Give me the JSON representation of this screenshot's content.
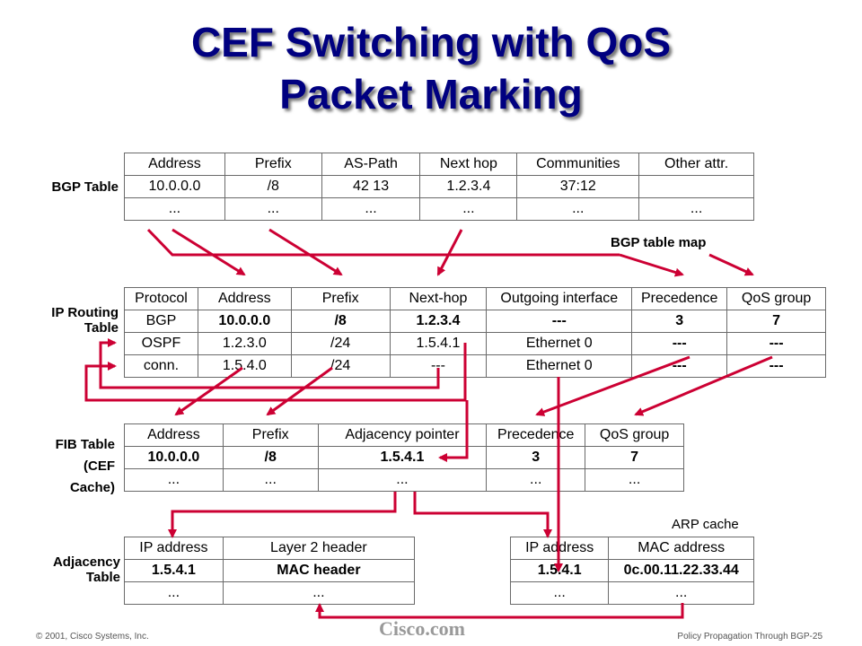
{
  "title_line1": "CEF Switching with QoS",
  "title_line2": "Packet Marking",
  "bgp": {
    "label": "BGP Table",
    "headers": [
      "Address",
      "Prefix",
      "AS-Path",
      "Next hop",
      "Communities",
      "Other attr."
    ],
    "rows": [
      [
        "10.0.0.0",
        "/8",
        "42 13",
        "1.2.3.4",
        "37:12",
        ""
      ],
      [
        "...",
        "...",
        "...",
        "...",
        "...",
        "..."
      ]
    ]
  },
  "bgp_map_label": "BGP table map",
  "rib": {
    "label1": "IP Routing",
    "label2": "Table",
    "headers": [
      "Protocol",
      "Address",
      "Prefix",
      "Next-hop",
      "Outgoing interface",
      "Precedence",
      "QoS group"
    ],
    "rows": [
      [
        "BGP",
        "10.0.0.0",
        "/8",
        "1.2.3.4",
        "---",
        "3",
        "7"
      ],
      [
        "OSPF",
        "1.2.3.0",
        "/24",
        "1.5.4.1",
        "Ethernet 0",
        "---",
        "---"
      ],
      [
        "conn.",
        "1.5.4.0",
        "/24",
        "---",
        "Ethernet 0",
        "---",
        "---"
      ]
    ]
  },
  "fib": {
    "label1": "FIB Table",
    "label2": "(CEF",
    "label3": "Cache)",
    "headers": [
      "Address",
      "Prefix",
      "Adjacency pointer",
      "Precedence",
      "QoS group"
    ],
    "rows": [
      [
        "10.0.0.0",
        "/8",
        "1.5.4.1",
        "3",
        "7"
      ],
      [
        "...",
        "...",
        "...",
        "...",
        "..."
      ]
    ]
  },
  "adj": {
    "label1": "Adjacency",
    "label2": "Table",
    "headers": [
      "IP address",
      "Layer 2 header"
    ],
    "rows": [
      [
        "1.5.4.1",
        "MAC header"
      ],
      [
        "...",
        "..."
      ]
    ]
  },
  "arp": {
    "label": "ARP cache",
    "headers": [
      "IP address",
      "MAC address"
    ],
    "rows": [
      [
        "1.5.4.1",
        "0c.00.11.22.33.44"
      ],
      [
        "...",
        "..."
      ]
    ]
  },
  "footer": {
    "copyright": "© 2001, Cisco Systems, Inc.",
    "logo": "Cisco.com",
    "right": "Policy Propagation Through BGP-25"
  },
  "colors": {
    "title": "#000080",
    "arrow": "#cc0033"
  }
}
